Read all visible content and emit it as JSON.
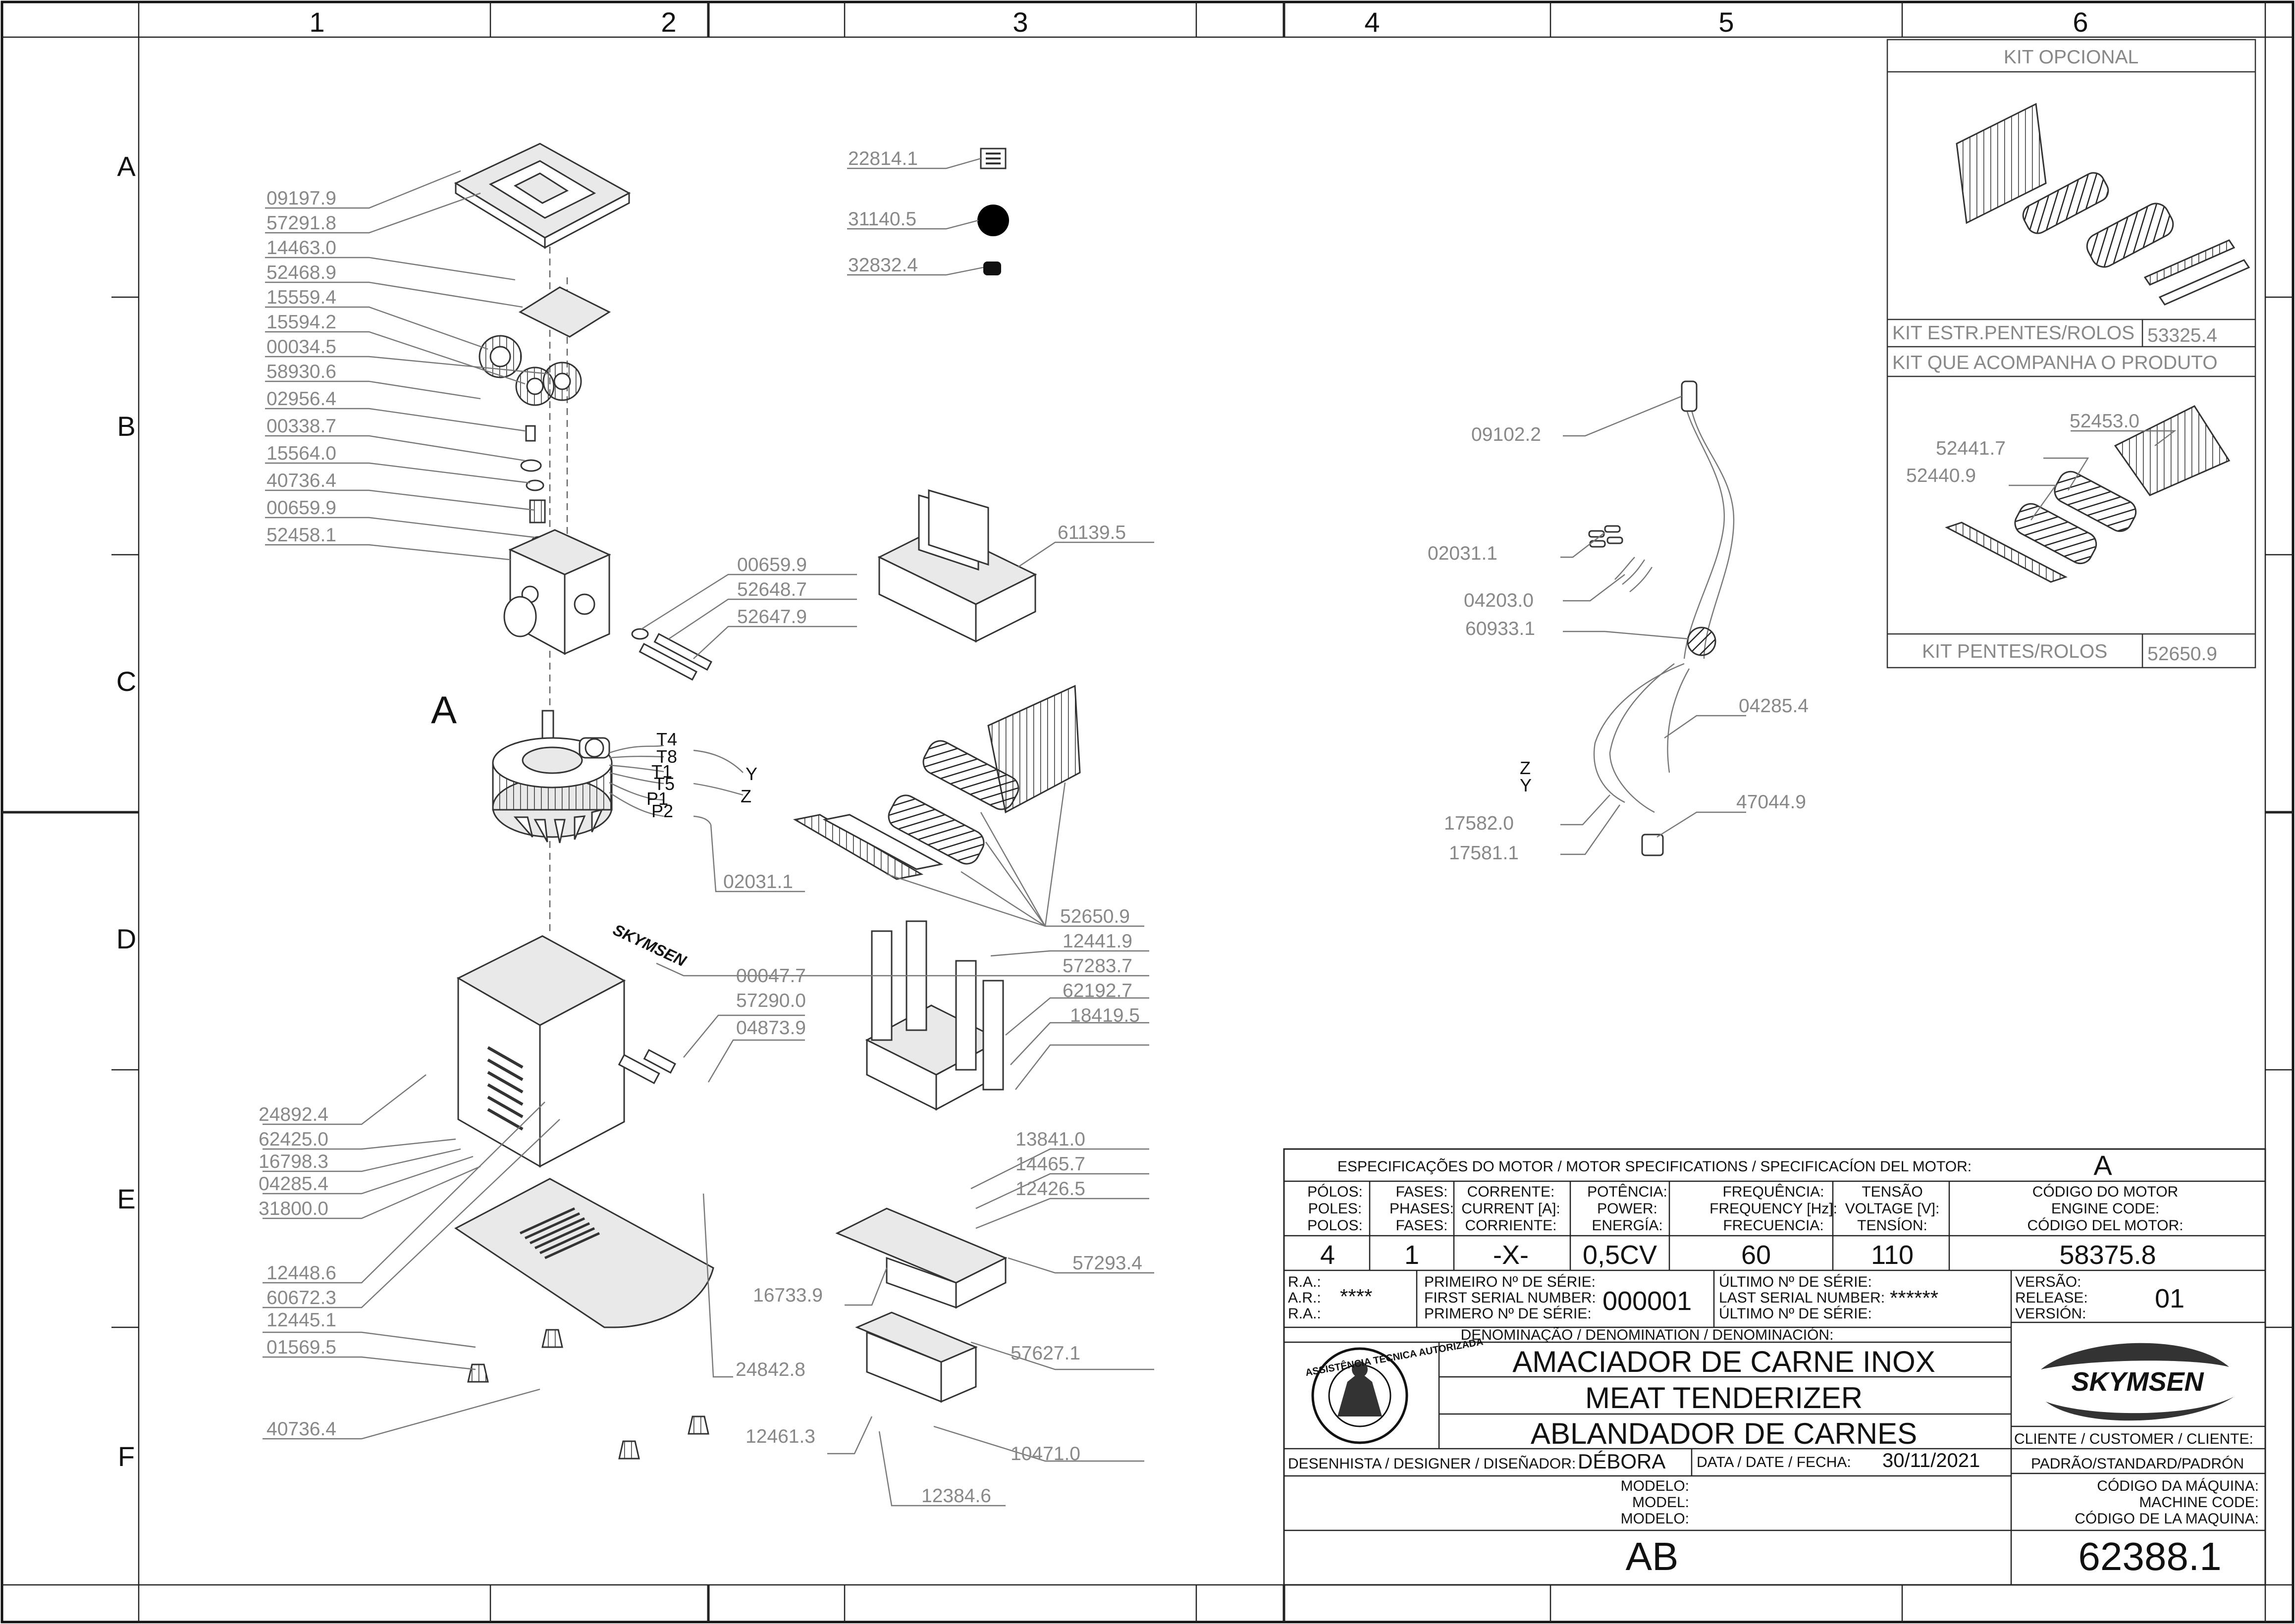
{
  "grid": {
    "columns": [
      "1",
      "2",
      "3",
      "4",
      "5",
      "6"
    ],
    "rows": [
      "A",
      "B",
      "C",
      "D",
      "E",
      "F"
    ]
  },
  "callouts": {
    "p09197_9": "09197.9",
    "p57291_8": "57291.8",
    "p14463_0": "14463.0",
    "p52468_9": "52468.9",
    "p15559_4": "15559.4",
    "p15594_2": "15594.2",
    "p00034_5": "00034.5",
    "p58930_6": "58930.6",
    "p02956_4": "02956.4",
    "p00338_7": "00338.7",
    "p15564_0": "15564.0",
    "p40736_4a": "40736.4",
    "p00659_9a": "00659.9",
    "p52458_1": "52458.1",
    "p00659_9b": "00659.9",
    "p52648_7": "52648.7",
    "p52647_9": "52647.9",
    "p22814_1": "22814.1",
    "p31140_5": "31140.5",
    "p32832_4": "32832.4",
    "p61139_5": "61139.5",
    "p02031_1a": "02031.1",
    "p52650_9": "52650.9",
    "p00047_7": "00047.7",
    "p57290_0": "57290.0",
    "p04873_9": "04873.9",
    "p12441_9": "12441.9",
    "p57283_7": "57283.7",
    "p62192_7": "62192.7",
    "p18419_5": "18419.5",
    "p24892_4": "24892.4",
    "p62425_0": "62425.0",
    "p16798_3": "16798.3",
    "p04285_4a": "04285.4",
    "p31800_0": "31800.0",
    "p13841_0": "13841.0",
    "p14465_7": "14465.7",
    "p12426_5": "12426.5",
    "p57293_4": "57293.4",
    "p12448_6": "12448.6",
    "p60672_3": "60672.3",
    "p16733_9": "16733.9",
    "p12445_1": "12445.1",
    "p01569_5": "01569.5",
    "p24842_8": "24842.8",
    "p57627_1": "57627.1",
    "p40736_4b": "40736.4",
    "p12461_3": "12461.3",
    "p10471_0": "10471.0",
    "p12384_6": "12384.6",
    "p09102_2": "09102.2",
    "p02031_1b": "02031.1",
    "p04203_0": "04203.0",
    "p60933_1": "60933.1",
    "p04285_4b": "04285.4",
    "p47044_9": "47044.9",
    "p17582_0": "17582.0",
    "p17581_1": "17581.1",
    "p52453_0": "52453.0",
    "p52441_7": "52441.7",
    "p52440_9": "52440.9"
  },
  "motor_labels": {
    "motor_letter": "A",
    "t4": "T4",
    "t8": "T8",
    "t1": "T1",
    "t5": "T5",
    "p1": "P1",
    "p2": "P2",
    "y": "Y",
    "z": "Z"
  },
  "harness_labels": {
    "z": "Z",
    "y": "Y"
  },
  "kits": {
    "opcional_header": "KIT OPCIONAL",
    "estr_label": "KIT ESTR.PENTES/ROLOS",
    "estr_code": "53325.4",
    "acompanha_header": "KIT QUE ACOMPANHA O PRODUTO",
    "pentes_label": "KIT PENTES/ROLOS",
    "pentes_code": "52650.9"
  },
  "motor_specs": {
    "header": "ESPECIFICAÇÕES DO MOTOR / MOTOR SPECIFICATIONS / SPECIFICACÍON DEL MOTOR:",
    "letter": "A",
    "poles_1": "PÓLOS:",
    "poles_2": "POLES:",
    "poles_3": "POLOS:",
    "phases_1": "FASES:",
    "phases_2": "PHASES:",
    "phases_3": "FASES:",
    "current_1": "CORRENTE:",
    "current_2": "CURRENT [A]:",
    "current_3": "CORRIENTE:",
    "power_1": "POTÊNCIA:",
    "power_2": "POWER:",
    "power_3": "ENERGÍA:",
    "freq_1": "FREQUÊNCIA:",
    "freq_2": "FREQUENCY [Hz]:",
    "freq_3": "FRECUENCIA:",
    "volt_1": "TENSÃO",
    "volt_2": "VOLTAGE [V]:",
    "volt_3": "TENSÍON:",
    "code_1": "CÓDIGO DO MOTOR",
    "code_2": "ENGINE CODE:",
    "code_3": "CÓDIGO DEL MOTOR:",
    "v_poles": "4",
    "v_phases": "1",
    "v_current": "-X-",
    "v_power": "0,5CV",
    "v_freq": "60",
    "v_volt": "110",
    "v_code": "58375.8"
  },
  "title_block": {
    "ra_1": "R.A.:",
    "ra_2": "A.R.:",
    "ra_3": "R.A.:",
    "ra_value": "****",
    "first_serial_1": "PRIMEIRO Nº DE SÉRIE:",
    "first_serial_2": "FIRST SERIAL NUMBER:",
    "first_serial_3": "PRIMERO Nº DE SÉRIE:",
    "first_serial_value": "000001",
    "last_serial_1": "ÚLTIMO Nº DE SÉRIE:",
    "last_serial_2": "LAST SERIAL NUMBER:",
    "last_serial_3": "ÚLTIMO Nº DE SÉRIE:",
    "last_serial_value": "******",
    "version_1": "VERSÃO:",
    "version_2": "RELEASE:",
    "version_3": "VERSIÓN:",
    "version_value": "01",
    "denomination_header": "DENOMINAÇÃO / DENOMINATION / DENOMINACIÓN:",
    "name_pt": "AMACIADOR DE CARNE INOX",
    "name_en": "MEAT TENDERIZER",
    "name_es": "ABLANDADOR DE CARNES",
    "stamp_text": "ASSISTÊNCIA TÉCNICA AUTORIZADA",
    "logo": "SKYMSEN",
    "client_label": "CLIENTE / CUSTOMER / CLIENTE:",
    "client_value": "PADRÃO/STANDARD/PADRÓN",
    "designer_label": "DESENHISTA / DESIGNER / DISEÑADOR:",
    "designer_value": "DÉBORA",
    "date_label": "DATA / DATE / FECHA:",
    "date_value": "30/11/2021",
    "model_1": "MODELO:",
    "model_2": "MODEL:",
    "model_3": "MODELO:",
    "model_value": "AB",
    "machine_code_1": "CÓDIGO DA MÁQUINA:",
    "machine_code_2": "MACHINE CODE:",
    "machine_code_3": "CÓDIGO DE LA MAQUINA:",
    "machine_code_value": "62388.1"
  }
}
